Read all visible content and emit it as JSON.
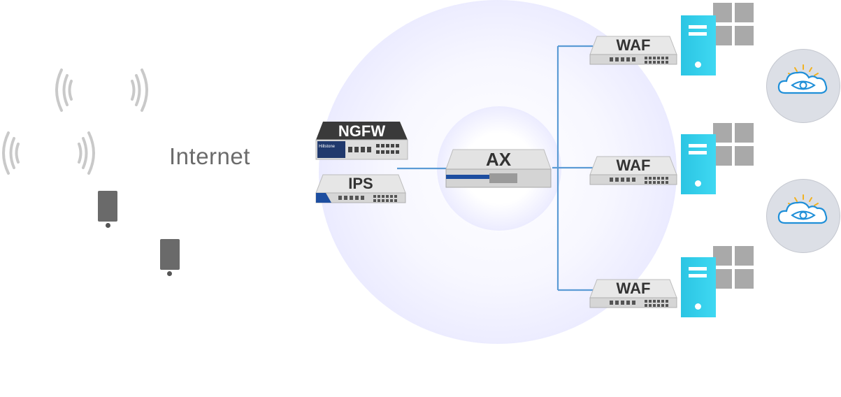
{
  "internet": {
    "label": "Internet"
  },
  "left_stack": {
    "top_device": {
      "label": "NGFW",
      "brand": "Hillstone"
    },
    "bottom_device": {
      "label": "IPS"
    }
  },
  "center_device": {
    "label": "AX"
  },
  "waf_devices": [
    {
      "label": "WAF"
    },
    {
      "label": "WAF"
    },
    {
      "label": "WAF"
    }
  ],
  "colors": {
    "wire": "#5b9bd5",
    "halo": "#d6d6fa",
    "server": "#2bc5e3",
    "device_body": "#d9d9d9",
    "ngfw_top": "#3a3a3a",
    "ips_accent": "#1d4ea0"
  },
  "icons": [
    "wifi-signal-icon",
    "mobile-phone-icon",
    "server-icon",
    "cloud-eye-icon"
  ]
}
